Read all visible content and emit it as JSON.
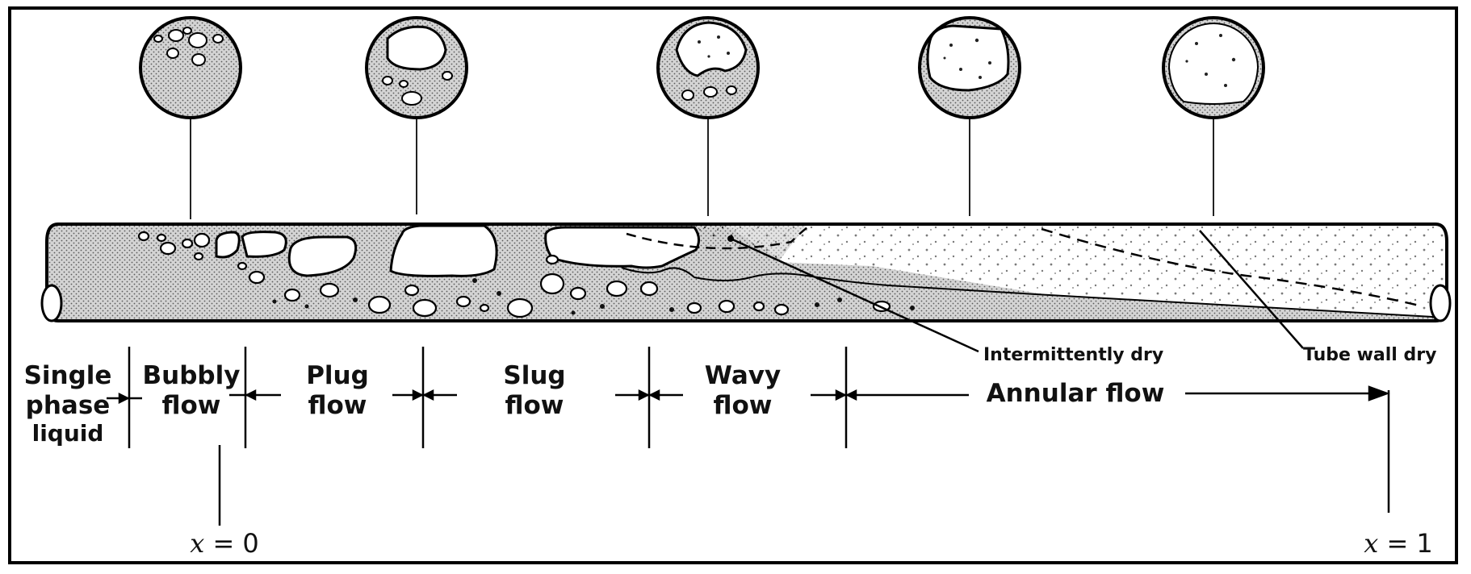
{
  "regimes": [
    {
      "key": "single",
      "line1": "Single",
      "line2": "phase",
      "line3": "liquid"
    },
    {
      "key": "bubbly",
      "line1": "Bubbly",
      "line2": "flow"
    },
    {
      "key": "plug",
      "line1": "Plug",
      "line2": "flow"
    },
    {
      "key": "slug",
      "line1": "Slug",
      "line2": "flow"
    },
    {
      "key": "wavy",
      "line1": "Wavy",
      "line2": "flow"
    },
    {
      "key": "annular",
      "line1": "Annular flow"
    }
  ],
  "annotations": {
    "intermittently_dry": "Intermittently  dry",
    "tube_wall_dry": "Tube wall dry"
  },
  "quality_markers": {
    "start": {
      "var": "x",
      "eq": "= 0"
    },
    "end": {
      "var": "x",
      "eq": "= 1"
    }
  }
}
